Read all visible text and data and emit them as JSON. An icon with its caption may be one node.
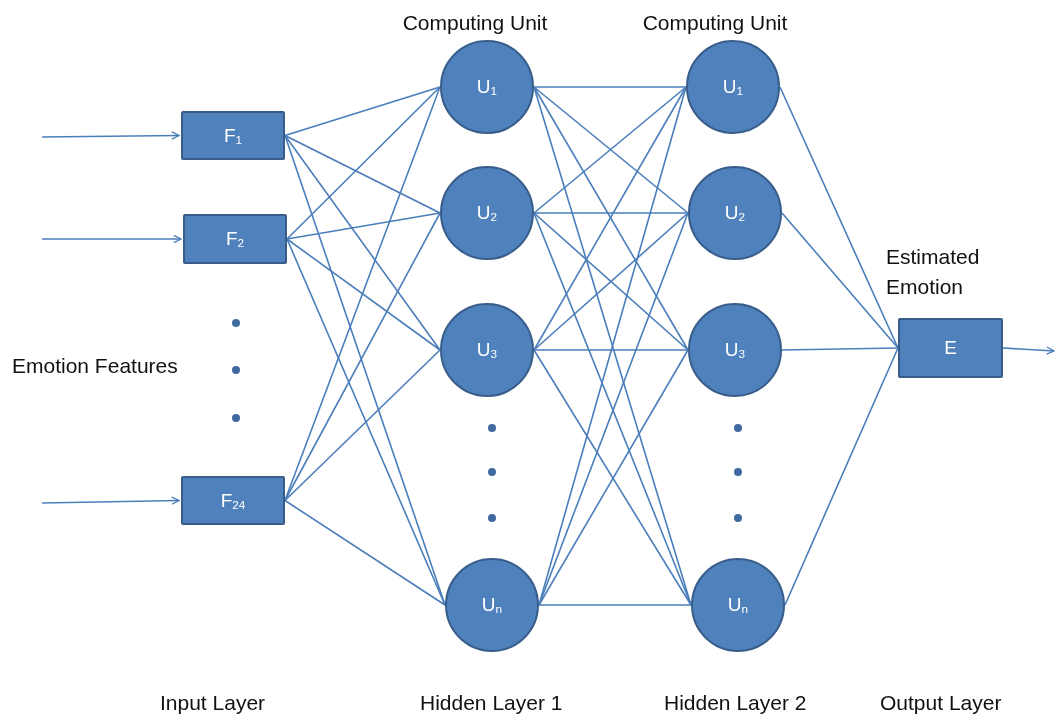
{
  "diagram": {
    "nodes": [
      {
        "text": [
          "F$_{1}$"
        ]
      },
      {
        "text": [
          "F$_{2}$"
        ]
      },
      {
        "text": [
          "F$_{24}$"
        ]
      },
      {
        "text": [
          "U$_{1}$"
        ],
        "beside": [
          "Computing Unit"
        ]
      },
      {
        "text": [
          "U$_{2}$"
        ]
      },
      {
        "text": [
          "U$_{3}$"
        ]
      },
      {
        "text": [
          "U$_{n}$"
        ]
      },
      {
        "text": [
          "U$_{1}$"
        ],
        "beside": [
          "Computing Unit"
        ]
      },
      {
        "text": [
          "U$_{2}$"
        ]
      },
      {
        "text": [
          "U$_{3}$"
        ]
      },
      {
        "text": [
          "U$_{n}$"
        ]
      },
      {
        "text": [
          "E"
        ],
        "beside": [
          "Estimated Emotion"
        ]
      }
    ],
    "edges": [
      {
        "from": null,
        "to": 0,
        "arrow": "to"
      },
      {
        "from": null,
        "to": 1,
        "arrow": "to"
      },
      {
        "from": null,
        "to": 2,
        "arrow": "to"
      },
      {
        "from": 0,
        "to": 3,
        "arrow": "none"
      },
      {
        "from": 0,
        "to": 4,
        "arrow": "none"
      },
      {
        "from": 0,
        "to": 5,
        "arrow": "none"
      },
      {
        "from": 0,
        "to": 6,
        "arrow": "none"
      },
      {
        "from": 1,
        "to": 3,
        "arrow": "none"
      },
      {
        "from": 1,
        "to": 4,
        "arrow": "none"
      },
      {
        "from": 1,
        "to": 5,
        "arrow": "none"
      },
      {
        "from": 1,
        "to": 6,
        "arrow": "none"
      },
      {
        "from": 2,
        "to": 3,
        "arrow": "none"
      },
      {
        "from": 2,
        "to": 4,
        "arrow": "none"
      },
      {
        "from": 2,
        "to": 5,
        "arrow": "none"
      },
      {
        "from": 2,
        "to": 6,
        "arrow": "none"
      },
      {
        "from": 3,
        "to": 7,
        "arrow": "none"
      },
      {
        "from": 3,
        "to": 8,
        "arrow": "none"
      },
      {
        "from": 3,
        "to": 9,
        "arrow": "none"
      },
      {
        "from": 3,
        "to": 10,
        "arrow": "none"
      },
      {
        "from": 4,
        "to": 7,
        "arrow": "none"
      },
      {
        "from": 4,
        "to": 8,
        "arrow": "none"
      },
      {
        "from": 4,
        "to": 9,
        "arrow": "none"
      },
      {
        "from": 4,
        "to": 10,
        "arrow": "none"
      },
      {
        "from": 5,
        "to": 7,
        "arrow": "none"
      },
      {
        "from": 5,
        "to": 8,
        "arrow": "none"
      },
      {
        "from": 5,
        "to": 9,
        "arrow": "none"
      },
      {
        "from": 5,
        "to": 10,
        "arrow": "none"
      },
      {
        "from": 6,
        "to": 7,
        "arrow": "none"
      },
      {
        "from": 6,
        "to": 8,
        "arrow": "none"
      },
      {
        "from": 6,
        "to": 9,
        "arrow": "none"
      },
      {
        "from": 6,
        "to": 10,
        "arrow": "none"
      },
      {
        "from": 7,
        "to": 11,
        "arrow": "none"
      },
      {
        "from": 8,
        "to": 11,
        "arrow": "none"
      },
      {
        "from": 9,
        "to": 11,
        "arrow": "none"
      },
      {
        "from": 10,
        "to": 11,
        "arrow": "none"
      },
      {
        "from": 11,
        "to": null,
        "arrow": "to"
      }
    ],
    "labels": [
      "Emotion Features",
      "Input Layer",
      "Hidden Layer 1",
      "Hidden Layer 2",
      "Output Layer"
    ]
  }
}
